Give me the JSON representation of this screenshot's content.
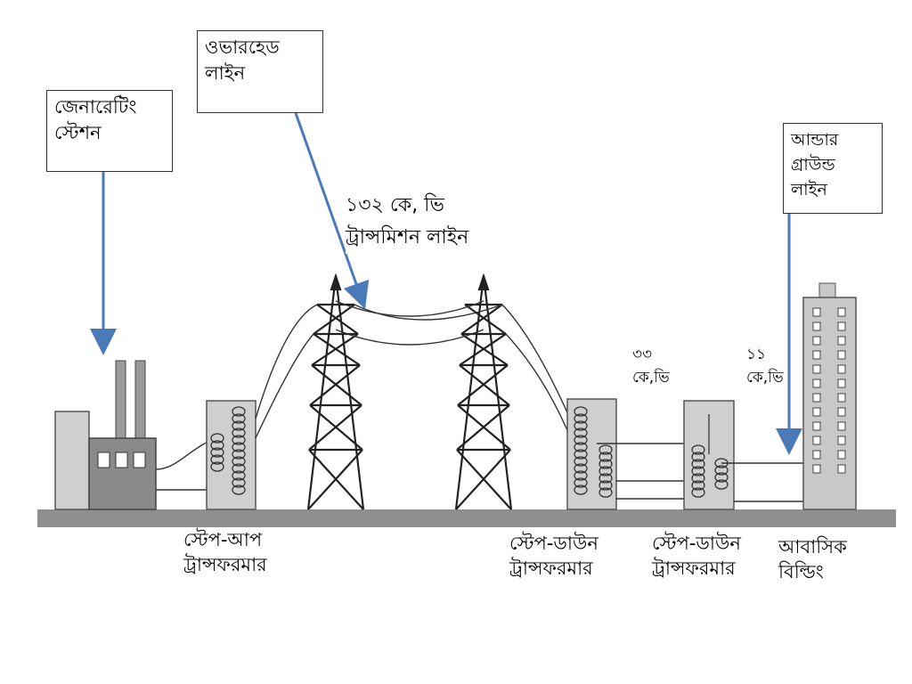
{
  "callouts": {
    "generating_station": [
      "জেনারেটিং",
      "স্টেশন"
    ],
    "overhead_line": [
      "ওভারহেড",
      "লাইন"
    ],
    "underground_line": [
      "আন্ডার",
      "গ্রাউন্ড",
      "লাইন"
    ]
  },
  "labels": {
    "transmission": [
      "১৩২ কে, ভি",
      "ট্রান্সমিশন লাইন"
    ],
    "kv33": [
      "৩৩",
      "কে,ভি"
    ],
    "kv11": [
      "১১",
      "কে,ভি"
    ],
    "step_up": [
      "স্টেপ-আপ",
      "ট্রান্সফরমার"
    ],
    "step_down_1": [
      "স্টেপ-ডাউন",
      "ট্রান্সফরমার"
    ],
    "step_down_2": [
      "স্টেপ-ডাউন",
      "ট্রান্সফরমার"
    ],
    "residential": [
      "আবাসিক",
      "বিল্ডিং"
    ]
  },
  "colors": {
    "arrow": "#4a7ab8",
    "ground": "#8f8f8f",
    "equipment": "#cfcfcf",
    "line": "#333333"
  }
}
